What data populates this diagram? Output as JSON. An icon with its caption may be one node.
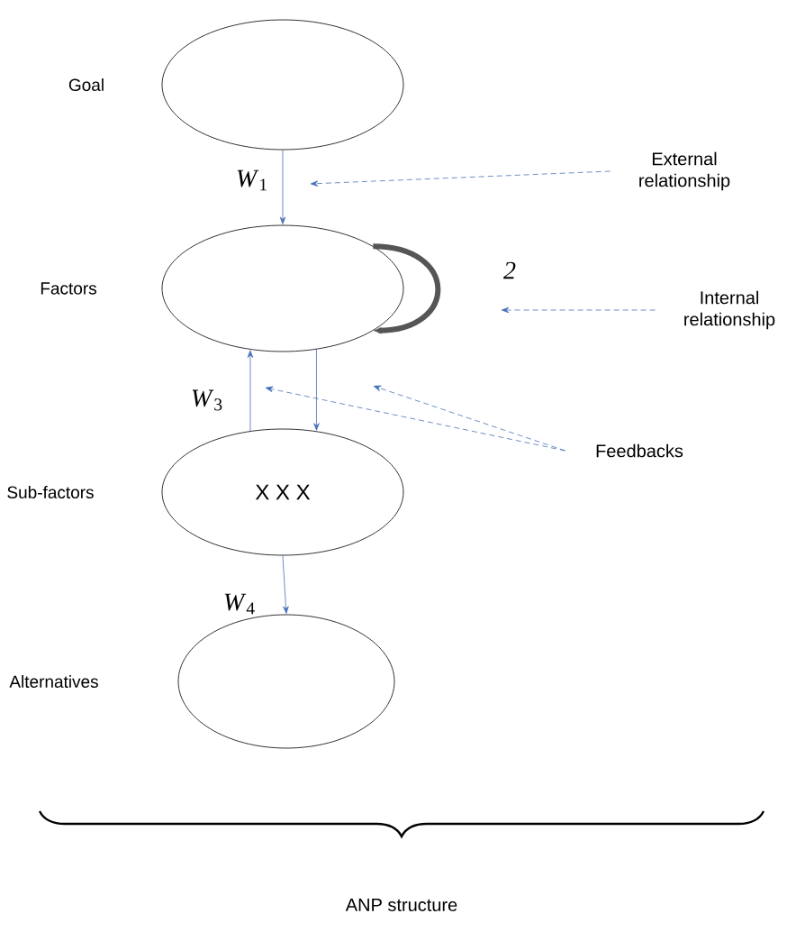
{
  "diagram": {
    "caption": "ANP structure",
    "nodes": [
      {
        "text": [
          "Goal"
        ]
      },
      {
        "text": [
          "Factors"
        ]
      },
      {
        "text": [
          "Sub-factors",
          "X X X"
        ]
      },
      {
        "text": [
          "Alternatives"
        ]
      },
      {
        "text": [
          "External relationship"
        ]
      },
      {
        "text": [
          "Internal relationship"
        ]
      },
      {
        "text": [
          "Feedbacks"
        ]
      }
    ],
    "edges": [
      {
        "from": 0,
        "to": 1,
        "arrow": "to",
        "label": "*W*$_{1}$"
      },
      {
        "from": 2,
        "to": 1,
        "arrow": "to",
        "label": "*W*$_{3}$"
      },
      {
        "from": 1,
        "to": 2,
        "arrow": "to"
      },
      {
        "from": 2,
        "to": 3,
        "arrow": "to",
        "label": "*W*$_{4}$"
      },
      {
        "from": 1,
        "to": 1,
        "arrow": "to",
        "label": "*2*",
        "style": "thick",
        "color": "#555555"
      },
      {
        "from": 4,
        "to": null,
        "arrow": "to",
        "style": "dashed"
      },
      {
        "from": 5,
        "to": null,
        "arrow": "to",
        "style": "dashed"
      },
      {
        "from": 6,
        "to": null,
        "arrow": "to",
        "style": "dashed"
      },
      {
        "from": 6,
        "to": null,
        "arrow": "to",
        "style": "dashed"
      }
    ]
  }
}
